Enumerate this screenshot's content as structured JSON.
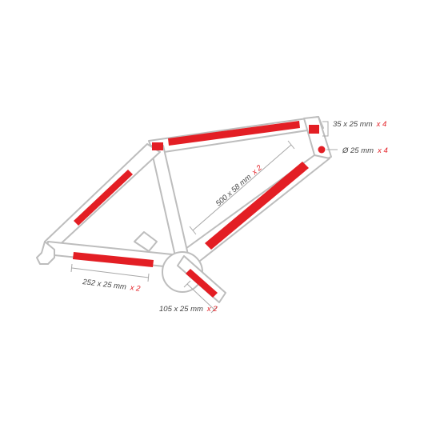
{
  "colors": {
    "patch": "#e31e24",
    "frame_outline": "#bdbdbd",
    "label_text": "#444444",
    "background": "#ffffff"
  },
  "labels": {
    "chainstay": {
      "size": "252 x 25 mm",
      "count": "x 2"
    },
    "crank": {
      "size": "105 x 25 mm",
      "count": "x 2"
    },
    "downtube": {
      "size": "500 x 58 mm",
      "count": "x 2"
    },
    "square": {
      "size": "35 x 25 mm",
      "count": "x 4"
    },
    "circle": {
      "size": "Ø 25 mm",
      "count": "x 4"
    }
  }
}
